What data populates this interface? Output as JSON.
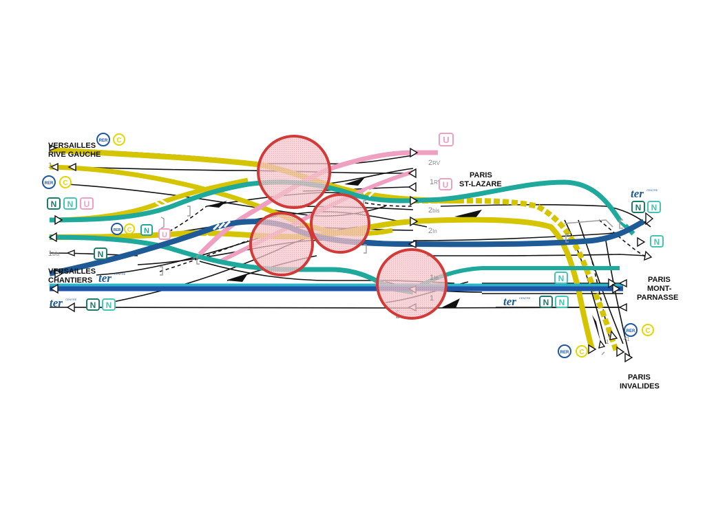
{
  "stations": {
    "versailles_rg": [
      "VERSAILLES",
      "RIVE GAUCHE"
    ],
    "versailles_ch": [
      "VERSAILLES",
      "CHANTIERS"
    ],
    "st_lazare": [
      "PARIS",
      "ST-LAZARE"
    ],
    "montparnasse": [
      "PARIS",
      "MONT-",
      "PARNASSE"
    ],
    "invalides": [
      "PARIS",
      "INVALIDES"
    ]
  },
  "track_labels": {
    "t1_left": "1",
    "t2rv_num": "2",
    "t2rv_sub": "RV",
    "t1rv_num": "1",
    "t1rv_sub": "RV",
    "t2bis_num": "2",
    "t2bis_sub": "bis",
    "t2in_num": "2",
    "t2in_sub": "In",
    "t1bis_num": "1",
    "t1bis_sub": "bis",
    "t1in_num": "1",
    "t1in_sub": "In",
    "t1_center": "1",
    "t1_right_a": "1",
    "t1_right_b": "1"
  },
  "line_badges": {
    "rer": "RER",
    "c": "C",
    "n": "N",
    "u": "U",
    "ter": "ter",
    "ter_sub": "CENTRE"
  },
  "colors": {
    "rer_c": "#d5c400",
    "transilien_n": "#1fa89c",
    "transilien_u": "#ef9fc0",
    "ter_blue": "#1e5a96",
    "rer_blue": "#1d56a6",
    "zone_fill": "#f4c4c9",
    "zone_stroke": "#d23a38"
  },
  "legend": {
    "icons": [
      "rer-c-badge",
      "transilien-n-badge",
      "transilien-u-badge",
      "ter-centre-logo",
      "conflict-zone"
    ]
  }
}
